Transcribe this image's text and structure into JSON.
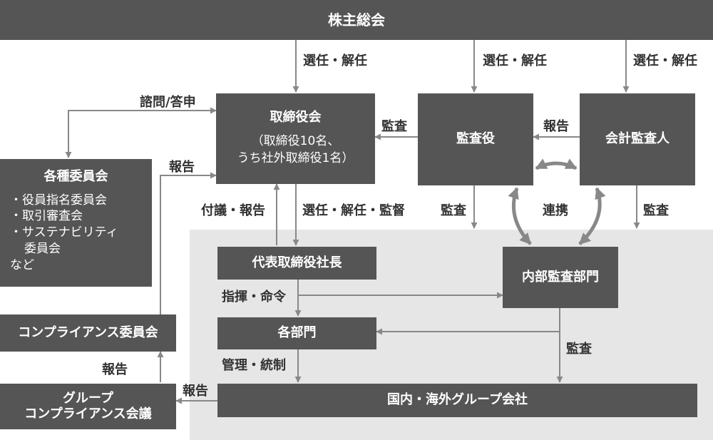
{
  "boxes": {
    "shareholders": "株主総会",
    "board": "取締役会",
    "board_note_1": "（取締役10名、",
    "board_note_2": "うち社外取締役1名）",
    "auditors": "監査役",
    "accounting_auditor": "会計監査人",
    "committees_title": "各種委員会",
    "committees_items": [
      "・役員指名委員会",
      "・取引審査会",
      "・サステナビリティ",
      "委員会",
      "など"
    ],
    "president": "代表取締役社長",
    "internal_audit": "内部監査部門",
    "departments": "各部門",
    "compliance_committee": "コンプライアンス委員会",
    "group_compliance_1": "グループ",
    "group_compliance_2": "コンプライアンス会議",
    "group_companies": "国内・海外グループ会社"
  },
  "labels": {
    "elect_1": "選任・解任",
    "elect_2": "選任・解任",
    "elect_3": "選任・解任",
    "consult": "諮問/答申",
    "audit_board": "監査",
    "report_accounting": "報告",
    "report_committee": "報告",
    "proposal_report": "付議・報告",
    "elect_supervise": "選任・解任・監督",
    "audit_auditors": "監査",
    "cooperation": "連携",
    "audit_accounting": "監査",
    "command": "指揮・命令",
    "manage": "管理・統制",
    "audit_internal": "監査",
    "report_group_compliance": "報告",
    "report_group": "報告"
  },
  "colors": {
    "box": "#555555",
    "arrow": "#888888",
    "background_area": "#e6e6e6",
    "label": "#333333"
  }
}
